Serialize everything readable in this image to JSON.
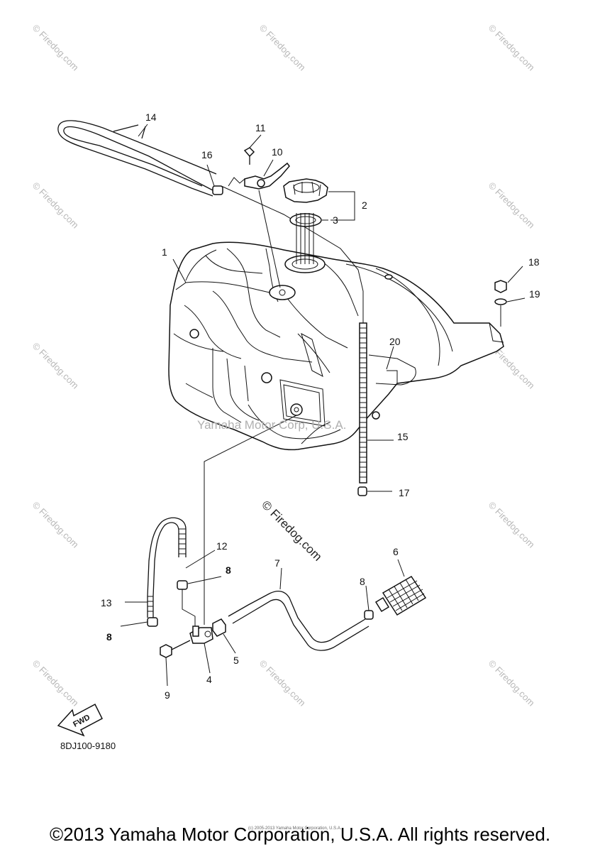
{
  "watermark_text": "© Firedog.com",
  "center_watermark": "Yamaha Motor Corp, U.S.A.",
  "diagram_watermark": "© Firedog.com",
  "diagram_code": "8DJ100-9180",
  "fwd_label": "FWD",
  "tiny_copyright": "(c) 2005-2013 Yamaha Motor Corporation, U.S.A.",
  "footer_copyright": "©2013 Yamaha Motor Corporation, U.S.A. All rights reserved.",
  "callouts": {
    "c1": "1",
    "c2": "2",
    "c3": "3",
    "c4": "4",
    "c5": "5",
    "c6": "6",
    "c7": "7",
    "c8a": "8",
    "c8b": "8",
    "c8c": "8",
    "c9": "9",
    "c10": "10",
    "c11": "11",
    "c12": "12",
    "c13": "13",
    "c14": "14",
    "c15": "15",
    "c16": "16",
    "c17": "17",
    "c18": "18",
    "c19": "19",
    "c20": "20"
  }
}
